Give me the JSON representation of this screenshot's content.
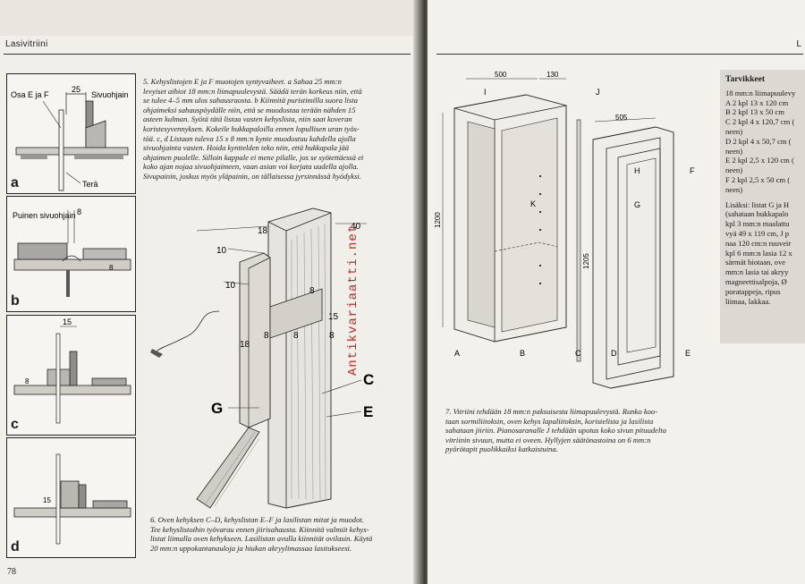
{
  "header": {
    "running_head": "Lasivitriini",
    "right_head": "L"
  },
  "page_number": "78",
  "watermark": "Antikvariaatti.net",
  "panel_a": {
    "label": "a",
    "part_label": "Osa E ja F",
    "guide_label": "Sivuohjain",
    "blade_label": "Terä",
    "dim": "25"
  },
  "panel_b": {
    "label": "b",
    "guide_label": "Puinen sivuohjain",
    "dim_top": "8",
    "dim_side": "8"
  },
  "panel_c": {
    "label": "c",
    "dim_top": "15",
    "dim_side": "8"
  },
  "panel_d": {
    "label": "d",
    "dim_side": "15"
  },
  "main_figure": {
    "dims": [
      "18",
      "40",
      "10",
      "10",
      "8",
      "15",
      "8",
      "18",
      "8",
      "8"
    ],
    "labels": {
      "g": "G",
      "c": "C",
      "e": "E"
    }
  },
  "cabinet_figure": {
    "dims": {
      "width": "500",
      "depth": "130",
      "height": "1200",
      "door_w": "505",
      "door_h": "1205"
    },
    "labels": {
      "i": "I",
      "j": "J",
      "k": "K",
      "a": "A",
      "b": "B",
      "c": "C",
      "d": "D",
      "e": "E",
      "f": "F",
      "g": "G",
      "h": "H"
    }
  },
  "caption5": [
    "5.  Kehyslistojen E ja F muotojen syntyvaiheet.  a  Sahaa 25 mm:n",
    "levyiset aihiot 18 mm:n liimapuulevystä. Säädä terän korkeus niin, että",
    "se tulee 4–5 mm ulos sahausraosta.  b  Kiinnitä puristimilla suora lista",
    "ohjaimeksi sahauspöydälle niin, että se muodostaa terään nähden 15",
    "asteen kulman. Syötä tätä listaa vasten kehyslista, niin saat koveran",
    "koristesyvennyksen. Kokeile hukkapaloilla ennen lopullisen uran työs-",
    "töä.  c, d  Listaan tuleva 15 x 8 mm:n kynte muodostuu kahdella ajolla",
    "sivuohjainta vasten. Hoida kynttelden teko niin, että hukkapala jää",
    "ohjaimen puolelle. Silloin kappale ei mene pilalle, jos se syötettäessä ei",
    "koko ajan nojaa sivuohjaimeen, vaan asian voi korjata uudella ajolla.",
    "Sivupainin, joskus myös yläpainin, on tällaisessa jyrsinnässä hyödyksi."
  ],
  "caption6": [
    "6.  Oven kehyksen C–D, kehyslistan E–F ja lasilistan mitat ja muodot.",
    "Tee kehyslistoihin työvarau ennen jiirisahausta. Kiinnitä valmiit kehys-",
    "listat liimalla oven kehykseen. Lasilistan avulla kiinnität ovilasin. Käytä",
    "20 mm:n uppokantanauloja ja hiukan akryylimassaa lasitukseesi."
  ],
  "caption7": [
    "7.  Vitriini tehdään 18 mm:n paksuisesta liimapuulevystä. Runko koo-",
    "taan sormiliitoksin, oven kehys lapaliitoksin, koristelista ja lasilista",
    "sahataan jiiriin. Pianosaranalle J tehdään upotus koko sivun pituudelta",
    "vitriinin sivuun, mutta ei oveen. Hyllyjen säätönastoina on 6 mm:n",
    "pyörötapit puolikkaiksi katkaistuina."
  ],
  "supplies": {
    "title": "Tarvikkeet",
    "lines": [
      "18 mm:n liimapuulevy",
      "A 2 kpl 13 x 120 cm",
      "B 2 kpl 13 x 50 cm",
      "C 2 kpl 4 x 120,7 cm (",
      "neen)",
      "D 2 kpl 4 x 50,7 cm (",
      "neen)",
      "E 2 kpl 2,5 x 120 cm (",
      "neen)",
      "F 2 kpl 2,5 x 50 cm (",
      "neen)",
      "",
      "Lisäksi: listat G ja H",
      "(sahataan hukkapalo",
      "kpl 3 mm:n maalattu",
      "vyä 49 x 119 cm, J p",
      "naa 120 cm:n ruuveir",
      "kpl 6 mm:n lasia 12 x",
      "särmät hiotaan, ove",
      "mm:n lasia tai akryy",
      "magneettisalpoja, Ø",
      "poratappeja, ripus",
      "liimaa, lakkaa."
    ]
  }
}
